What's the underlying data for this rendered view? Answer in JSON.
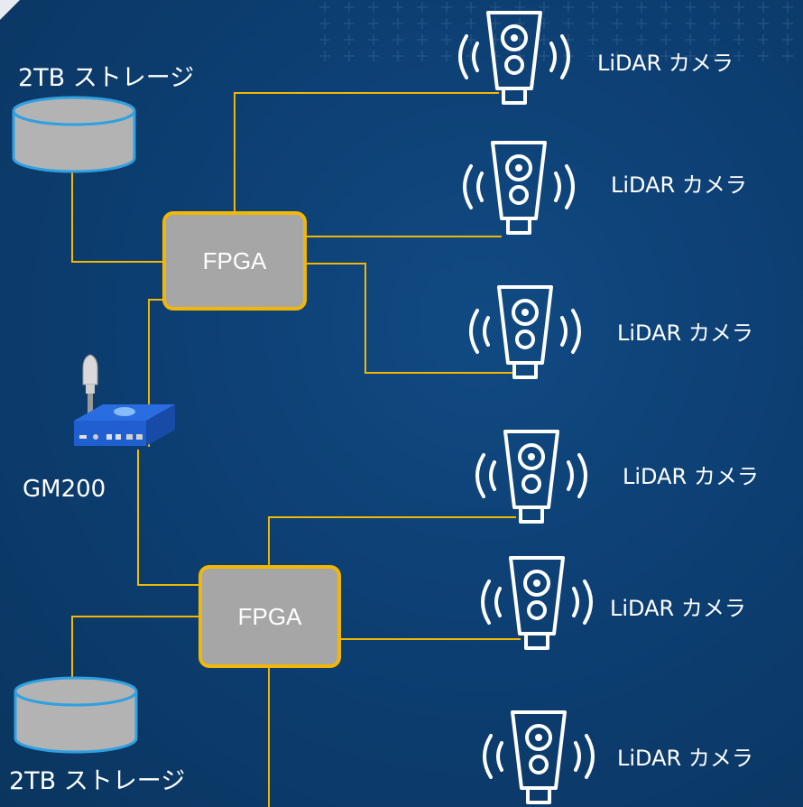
{
  "storage_top": {
    "label": "2TB ストレージ"
  },
  "storage_bottom": {
    "label": "2TB ストレージ"
  },
  "fpga_top": {
    "label": "FPGA"
  },
  "fpga_bottom": {
    "label": "FPGA"
  },
  "grandmaster": {
    "label": "GM200"
  },
  "cameras": [
    {
      "label": "LiDAR カメラ"
    },
    {
      "label": "LiDAR カメラ"
    },
    {
      "label": "LiDAR カメラ"
    },
    {
      "label": "LiDAR カメラ"
    },
    {
      "label": "LiDAR カメラ"
    },
    {
      "label": "LiDAR カメラ"
    }
  ],
  "colors": {
    "background": "#0d3f73",
    "wire": "#f2b705",
    "fpga_fill": "#a6a6a6",
    "storage_fill": "#b3b3b3",
    "storage_rim": "#2fa0e0",
    "device_body": "#1f5fd0"
  }
}
